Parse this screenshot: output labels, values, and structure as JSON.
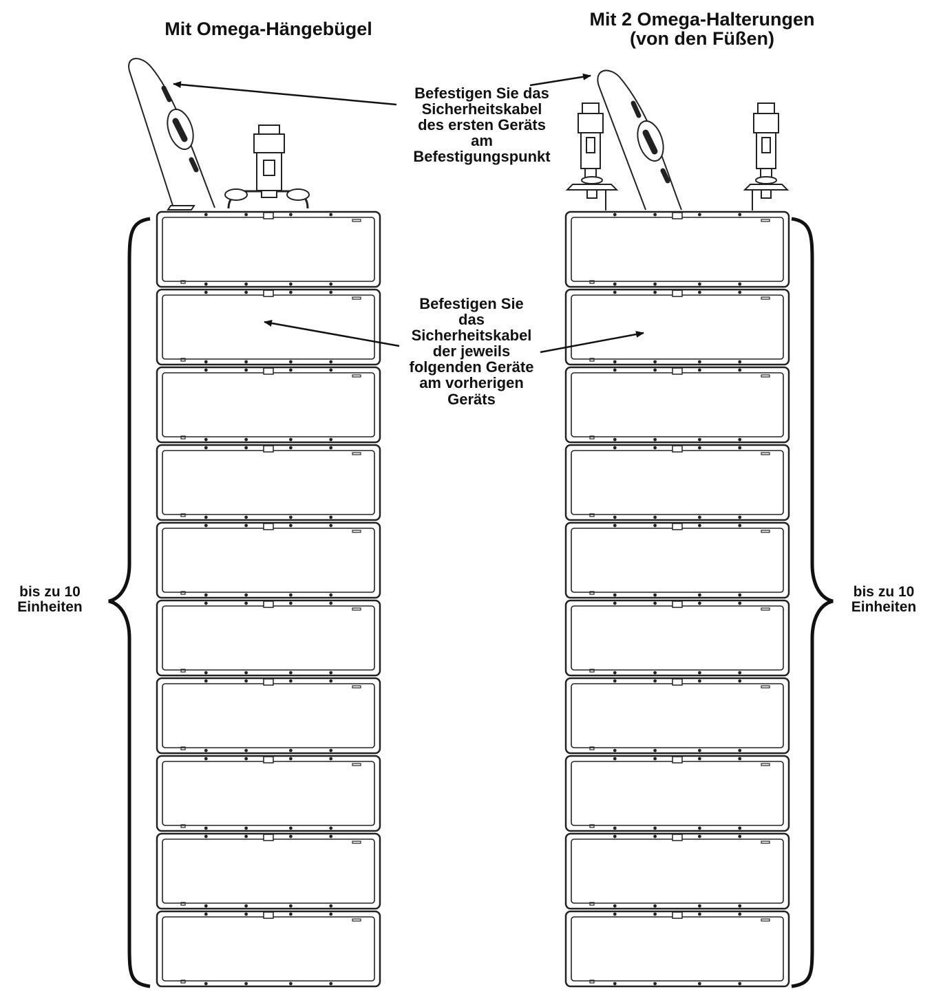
{
  "titles": {
    "left": "Mit Omega-Hängebügel",
    "right_line1": "Mit 2 Omega-Halterungen",
    "right_line2": "(von den Füßen)"
  },
  "notes": {
    "first": {
      "line1": "Befestigen Sie das",
      "line2": "Sicherheitskabel",
      "line3": "des ersten Geräts",
      "line4": "am",
      "line5": "Befestigungspunkt"
    },
    "following": {
      "line1": "Befestigen Sie",
      "line2": "das",
      "line3": "Sicherheitskabel",
      "line4": "der jeweils",
      "line5": "folgenden Geräte",
      "line6": "am vorherigen",
      "line7": "Geräts"
    }
  },
  "sides": {
    "left_line1": "bis zu 10",
    "left_line2": "Einheiten",
    "right_line1": "bis zu 10",
    "right_line2": "Einheiten"
  },
  "stacks": {
    "left_units": 10,
    "right_units": 10
  },
  "colors": {
    "ink": "#111111",
    "stroke": "#222222",
    "background": "#ffffff"
  }
}
